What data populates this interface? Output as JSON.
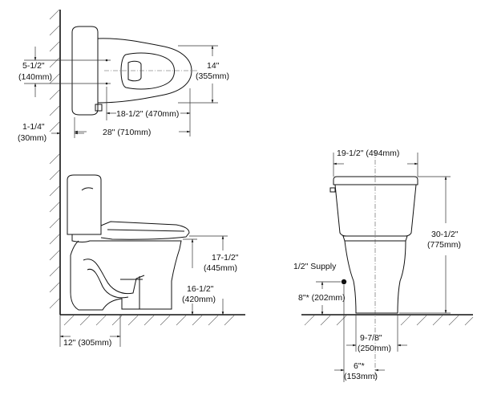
{
  "top_view": {
    "bolt_spacing": [
      "5-1/2\"",
      "(140mm)"
    ],
    "bowl_width": [
      "14\"",
      "(355mm)"
    ],
    "bowl_length": "18-1/2\" (470mm)",
    "overall_length": "28\" (710mm)",
    "wall_gap": [
      "1-1/4\"",
      "(30mm)"
    ]
  },
  "side_view": {
    "seat_height": [
      "17-1/2\"",
      "(445mm)"
    ],
    "rim_height": [
      "16-1/2\"",
      "(420mm)"
    ],
    "rough_in": "12\" (305mm)"
  },
  "front_view": {
    "tank_width": "19-1/2\" (494mm)",
    "overall_height": [
      "30-1/2\"",
      "(775mm)"
    ],
    "supply_label": "1/2\" Supply",
    "supply_height": "8\"* (202mm)",
    "base_width": [
      "9-7/8\"",
      "(250mm)"
    ],
    "supply_offset": [
      "6\"*",
      "(153mm)"
    ]
  }
}
